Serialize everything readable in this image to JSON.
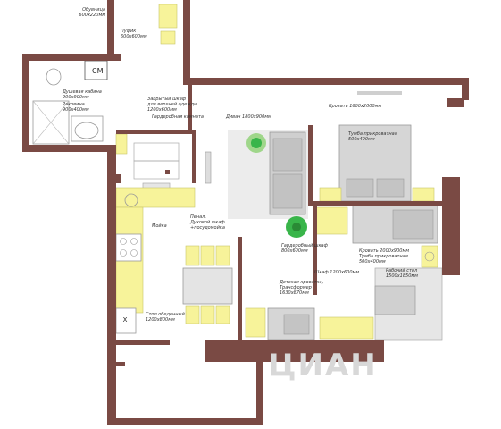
{
  "colors": {
    "wall": "#7a4a44",
    "yellow": "#f7f39a",
    "furniture": "#d9d9d9",
    "furniture_dark": "#bdbdbd",
    "stroke": "#8a8a8a",
    "plant": "#39b54a"
  },
  "labels": {
    "shoe_rack": "Обувница\n600х220мм",
    "pouf": "Пуфик\n600х600мм",
    "wc": "СМ",
    "shower": "Душевая кабина\n900х900мм",
    "sink": "Раковина\n900х400мм",
    "closed_closet": "Закрытый шкаф\nдля верхней одежды\n1200х600мм",
    "wardrobe_room": "Гардеробная комната",
    "sofa": "Диван 1800х900мм",
    "bed1": "Кровать 1600х2000мм",
    "nightstand1": "Тумба прикроватная\n500х400мм",
    "washer": "Мойка",
    "pencil_case": "Пенал,\nДуховой шкаф\n+посудомойка",
    "wardrobe2": "Гардеробный шкаф\n800х600мм",
    "bed2": "Кровать 2000х900мм",
    "nightstand2": "Тумба прикроватная\n500х400мм",
    "closet3": "Шкаф 1200х600мм",
    "desk": "Рабочий стол\n1500х1850мм",
    "kids_bed": "Детская кроватка,\nТрансформер\n1630х870мм",
    "dining_table": "Стол обеденный\n1200х800мм",
    "x_mark": "X"
  },
  "watermark": "ЦИАН"
}
